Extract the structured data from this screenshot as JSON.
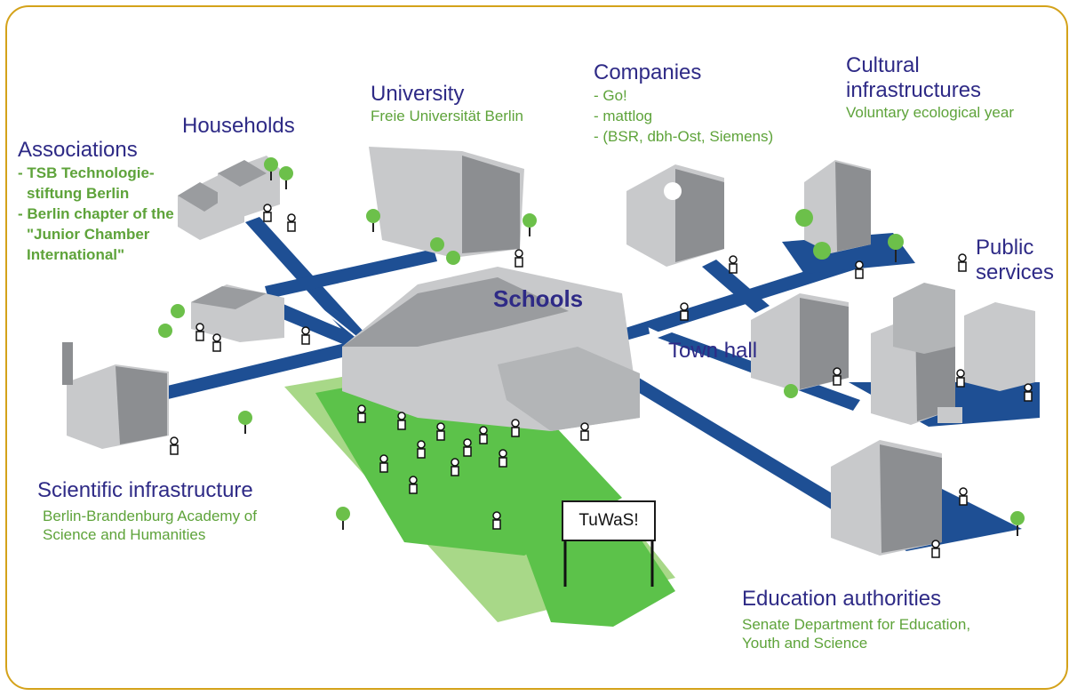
{
  "nodes": {
    "associations": {
      "title": "Associations",
      "items": [
        "- TSB Technologie-",
        "  stiftung Berlin",
        "- Berlin chapter of the",
        "  \"Junior Chamber",
        "  International\""
      ]
    },
    "households": {
      "title": "Households"
    },
    "university": {
      "title": "University",
      "subtitle": "Freie Universität Berlin"
    },
    "companies": {
      "title": "Companies",
      "items": [
        "- Go!",
        "- mattlog",
        "- (BSR, dbh-Ost, Siemens)"
      ]
    },
    "cultural": {
      "title_line1": "Cultural",
      "title_line2": "infrastructures",
      "subtitle": "Voluntary ecological year"
    },
    "public_services": {
      "title_line1": "Public",
      "title_line2": "services"
    },
    "schools": {
      "title": "Schools"
    },
    "town_hall": {
      "title": "Town hall"
    },
    "scientific": {
      "title": "Scientific infrastructure",
      "subtitle_line1": "Berlin-Brandenburg  Academy of",
      "subtitle_line2": "Science and Humanities"
    },
    "education": {
      "title": "Education authorities",
      "subtitle_line1": "Senate Department for Education,",
      "subtitle_line2": "Youth and Science"
    }
  },
  "sign": {
    "label": "TuWaS!"
  },
  "colors": {
    "road": "#1e4f94",
    "grass": "#5cc24a",
    "grass_light": "#a8d888",
    "building": "#c8c9cb",
    "building_dark": "#8c8e91",
    "roof": "#9a9c9f",
    "tree": "#6cc04a",
    "title": "#2e2a86",
    "subtitle": "#5ea33a",
    "frame": "#d4a21a"
  }
}
